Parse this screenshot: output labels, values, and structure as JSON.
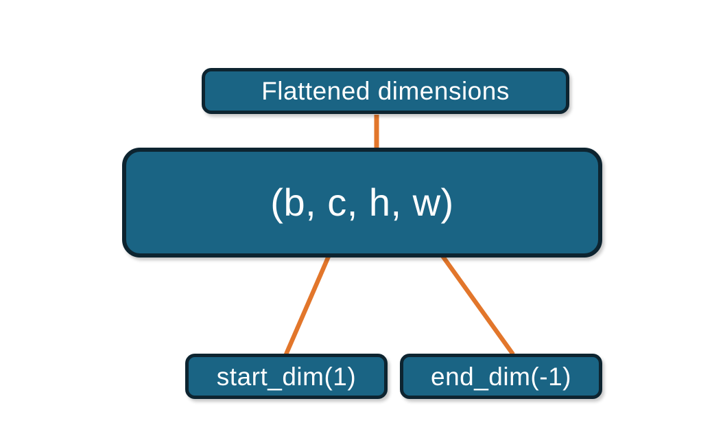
{
  "diagram": {
    "title_node": {
      "label": "Flattened dimensions"
    },
    "tensor_node": {
      "label": "(b, c, h, w)"
    },
    "start_node": {
      "label": "start_dim(1)"
    },
    "end_node": {
      "label": "end_dim(-1)"
    },
    "colors": {
      "node_fill": "#1a6484",
      "node_border": "#0d2430",
      "node_text": "#ffffff",
      "connector": "#e2762b",
      "background": "#ffffff"
    },
    "connectors": {
      "brace": "curly-brace-up",
      "start_arrow": "arrow-up-right",
      "end_arrow": "arrow-up-left"
    }
  }
}
